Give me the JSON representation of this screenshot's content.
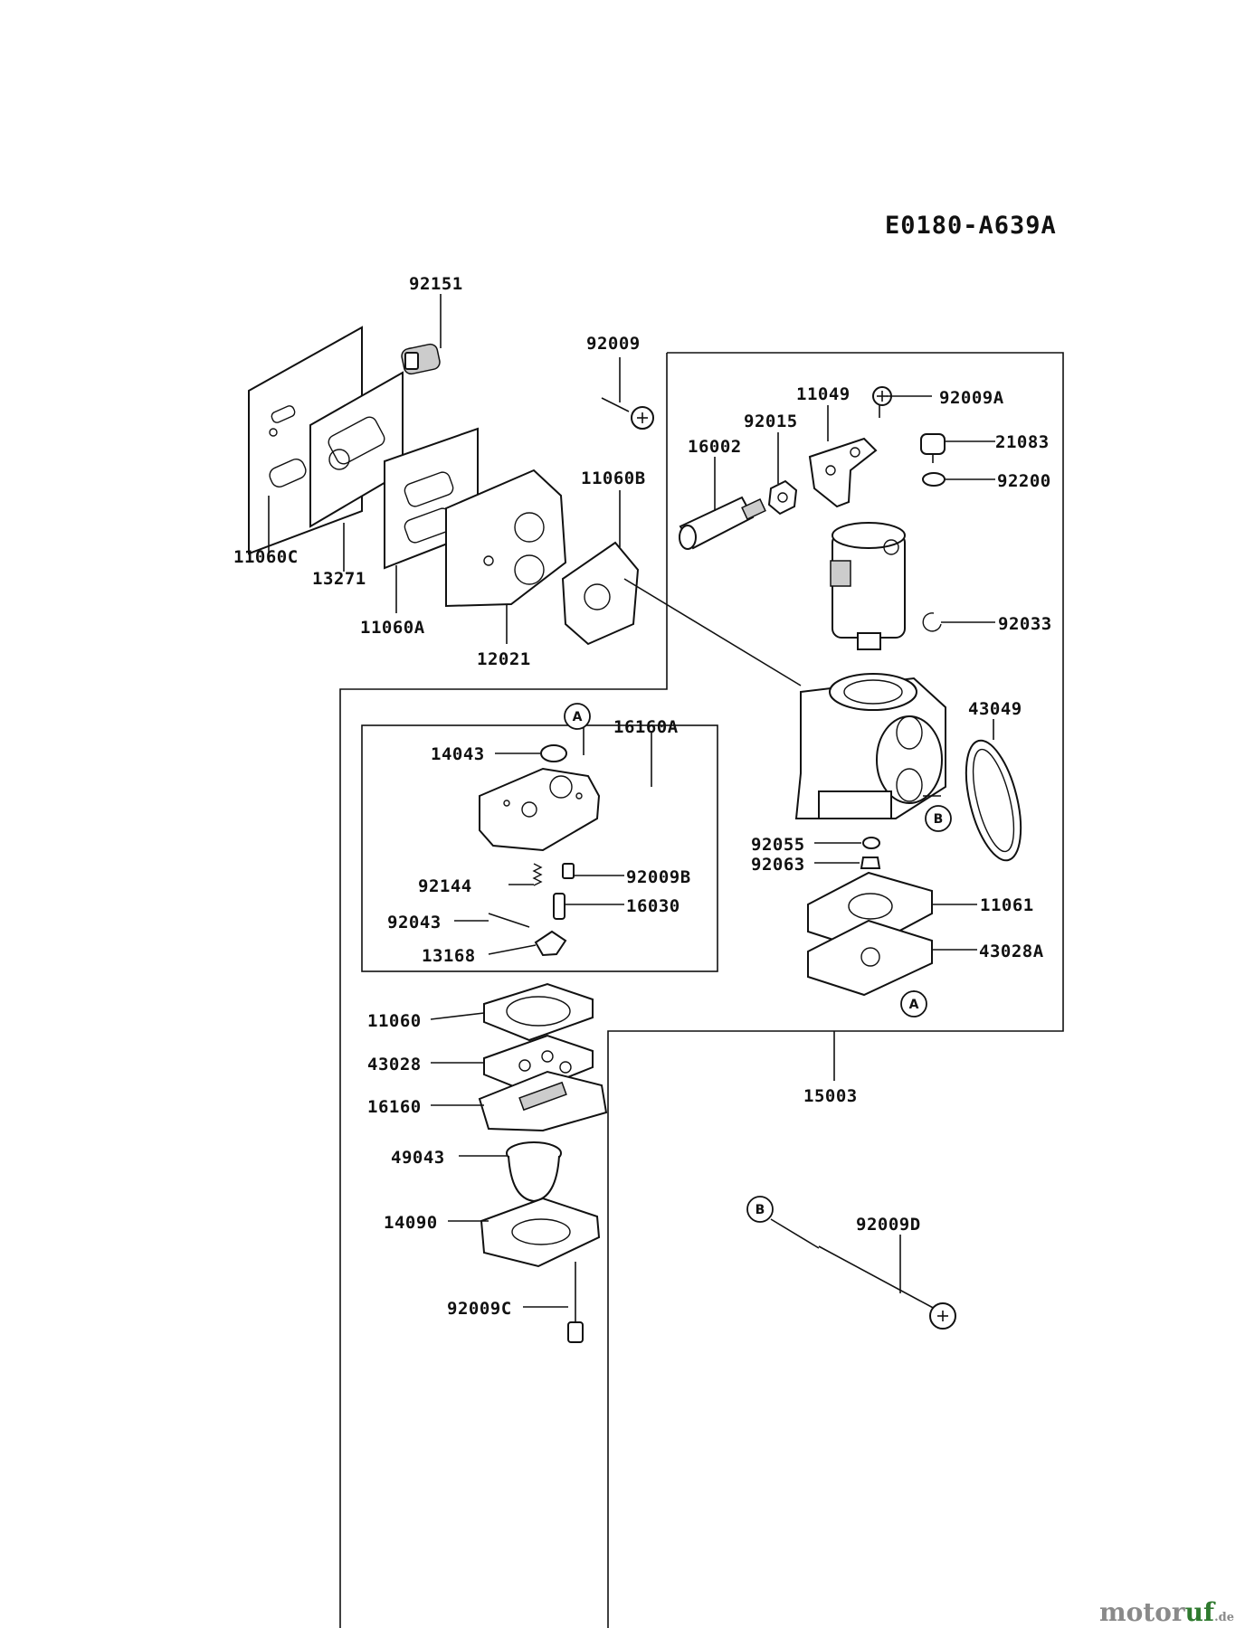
{
  "diagram_code": "E0180-A639A",
  "parts": [
    "92151",
    "92009",
    "11060C",
    "13271",
    "11060A",
    "12021",
    "11060B",
    "11049",
    "92009A",
    "92015",
    "16002",
    "21083",
    "92200",
    "92033",
    "43049",
    "92055",
    "92063",
    "11061",
    "43028A",
    "15003",
    "16160A",
    "14043",
    "92009B",
    "92144",
    "16030",
    "92043",
    "13168",
    "11060",
    "43028",
    "16160",
    "49043",
    "14090",
    "92009C",
    "92009D"
  ],
  "ref_markers": [
    "A",
    "A",
    "B",
    "B"
  ],
  "watermark": {
    "brand_main": "motor",
    "brand_accent": "uf",
    "tld": ".de"
  }
}
